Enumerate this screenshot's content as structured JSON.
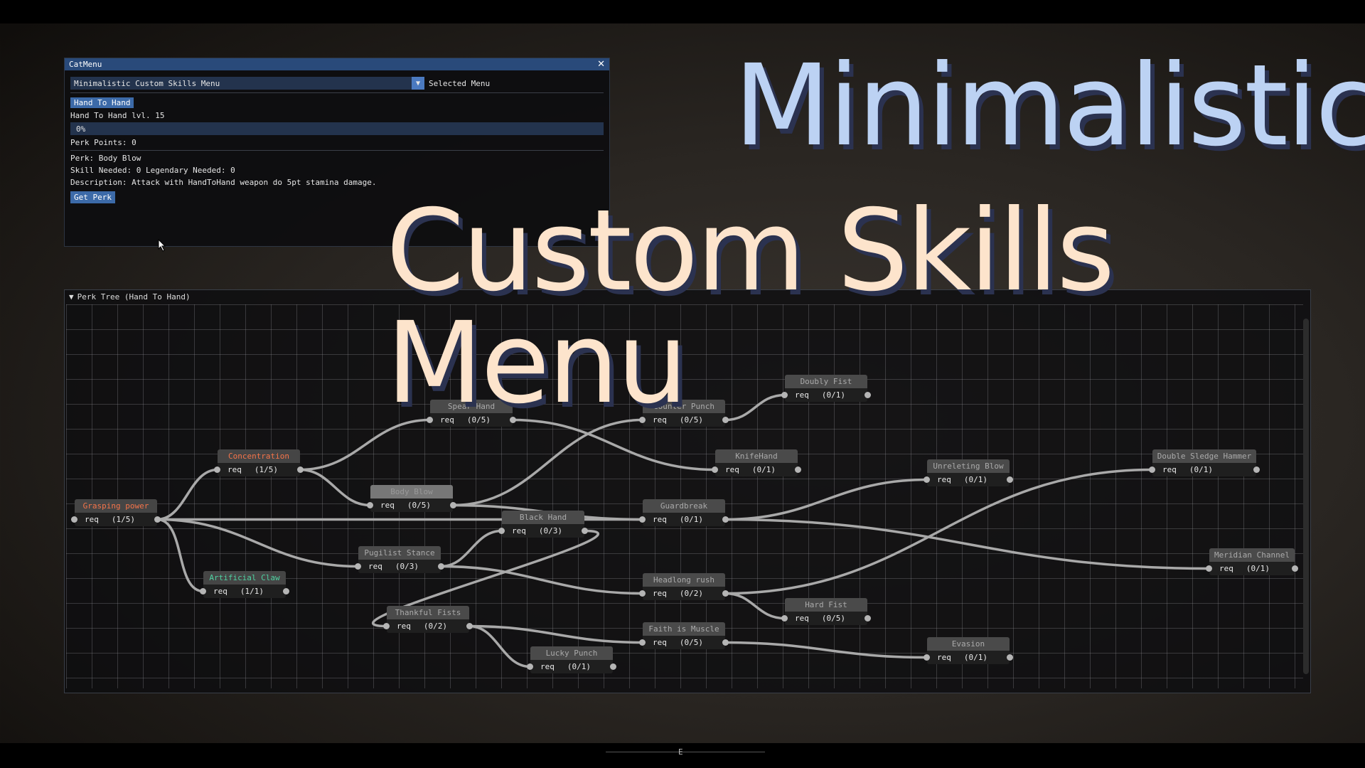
{
  "catmenu": {
    "title": "CatMenu",
    "close_glyph": "✕",
    "selected_menu_value": "Minimalistic Custom Skills Menu",
    "selected_menu_label": "Selected Menu",
    "tab_label": "Hand To Hand",
    "skill_level": "Hand To Hand  lvl. 15",
    "progress_text": "0%",
    "progress_value": 0,
    "perk_points": "Perk Points: 0",
    "perk_name": "Perk: Body Blow",
    "requirements": "Skill Needed: 0 Legendary Needed: 0",
    "description": "Description: Attack with HandToHand weapon do 5pt stamina damage.",
    "get_perk_label": "Get Perk"
  },
  "perk_tree": {
    "header": "Perk Tree (Hand To Hand)",
    "nodes": [
      {
        "name": "Grasping power",
        "req": "req",
        "count": "(1/5)",
        "state": "unlocked"
      },
      {
        "name": "Concentration",
        "req": "req",
        "count": "(1/5)",
        "state": "unlocked"
      },
      {
        "name": "Artificial Claw",
        "req": "req",
        "count": "(1/1)",
        "state": "learned"
      },
      {
        "name": "Body Blow",
        "req": "req",
        "count": "(0/5)",
        "state": "selected"
      },
      {
        "name": "Spear Hand",
        "req": "req",
        "count": "(0/5)",
        "state": "locked"
      },
      {
        "name": "Pugilist Stance",
        "req": "req",
        "count": "(0/3)",
        "state": "locked"
      },
      {
        "name": "Black Hand",
        "req": "req",
        "count": "(0/3)",
        "state": "locked"
      },
      {
        "name": "Thankful Fists",
        "req": "req",
        "count": "(0/2)",
        "state": "locked"
      },
      {
        "name": "Lucky Punch",
        "req": "req",
        "count": "(0/1)",
        "state": "locked"
      },
      {
        "name": "Counter Punch",
        "req": "req",
        "count": "(0/5)",
        "state": "locked"
      },
      {
        "name": "Guardbreak",
        "req": "req",
        "count": "(0/1)",
        "state": "locked"
      },
      {
        "name": "Headlong rush",
        "req": "req",
        "count": "(0/2)",
        "state": "locked"
      },
      {
        "name": "Faith is Muscle",
        "req": "req",
        "count": "(0/5)",
        "state": "locked"
      },
      {
        "name": "Doubly Fist",
        "req": "req",
        "count": "(0/1)",
        "state": "locked"
      },
      {
        "name": "KnifeHand",
        "req": "req",
        "count": "(0/1)",
        "state": "locked"
      },
      {
        "name": "Hard Fist",
        "req": "req",
        "count": "(0/5)",
        "state": "locked"
      },
      {
        "name": "Unreleting Blow",
        "req": "req",
        "count": "(0/1)",
        "state": "locked"
      },
      {
        "name": "Evasion",
        "req": "req",
        "count": "(0/1)",
        "state": "locked"
      },
      {
        "name": "Double Sledge Hammer",
        "req": "req",
        "count": "(0/1)",
        "state": "locked"
      },
      {
        "name": "Meridian Channel",
        "req": "req",
        "count": "(0/1)",
        "state": "locked"
      }
    ]
  },
  "overlay_title": {
    "line1": "Minimalistic",
    "line2": "Custom Skills Menu"
  },
  "compass_label": "E",
  "colors": {
    "unlocked": "#f5744a",
    "learned": "#4fd2a2",
    "accent": "#3c6aa8",
    "title_blue": "#bcd2f3",
    "title_peach": "#fde4cc"
  }
}
